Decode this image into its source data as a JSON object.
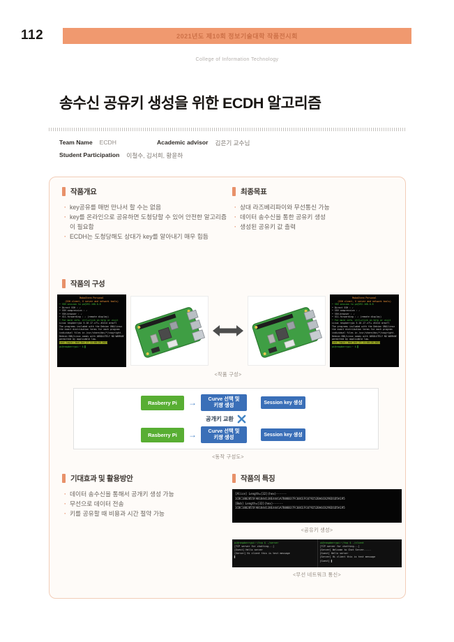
{
  "page": {
    "number": "112",
    "banner": "2021년도 제10회 정보기술대학 작품전시회",
    "college": "College of Information Technology"
  },
  "title": "송수신 공유키 생성을 위한 ECDH 알고리즘",
  "team": {
    "name_label": "Team Name",
    "name": "ECDH",
    "advisor_label": "Academic advisor",
    "advisor": "김은기 교수님",
    "participation_label": "Student Participation",
    "participation": "이철수, 김서희, 황윤하"
  },
  "sections": {
    "overview": {
      "title": "작품개요",
      "bullets": [
        "key공유를 매번 만나서 할 수는 없음",
        "key를 온라인으로 공유하면 도청당할 수 있어 안전한 알고리즘이 필요함",
        "ECDH는 도청당해도 상대가 key를 알아내기 매우 힘듬"
      ]
    },
    "goals": {
      "title": "최종목표",
      "bullets": [
        "상대 라즈베리파이와 무선통신 가능",
        "데이터 송수신을 통한 공유키 생성",
        "생성된 공유키 값 출력"
      ]
    },
    "composition": {
      "title": "작품의 구성",
      "caption": "<작품 구성>"
    },
    "expected": {
      "title": "기대효과 및 활용방안",
      "bullets": [
        "데이터 송수신을 통해서 공개키 생성 가능",
        "무선으로 데이터 전송",
        "키를 공유할 때 비용과 시간 절약 가능"
      ]
    },
    "features": {
      "title": "작품의 특징",
      "caption_key": "<공유키 생성>",
      "caption_network": "<무선 네트워크 통신>"
    }
  },
  "diagram": {
    "caption": "<동작 구성도>",
    "exchange_label": "공개키 교환",
    "arrow_glyph": "→",
    "rows": [
      {
        "device": "Rasberry Pi",
        "step": "Curve 선택 및\n키쌍 생성",
        "result": "Session key 생성"
      },
      {
        "device": "Rasberry Pi",
        "step": "Curve 선택 및\n키쌍 생성",
        "result": "Session key 생성"
      }
    ],
    "colors": {
      "device": "#58ae33",
      "step": "#3a6fb8",
      "accent": "#4a86c8"
    }
  },
  "terminals": {
    "ssh": {
      "lines": [
        {
          "t": "MobaXterm Personal",
          "c": "o"
        },
        {
          "t": "(SSH client, X server and network tools)",
          "c": "o"
        },
        {
          "t": " ",
          "c": "w"
        },
        {
          "t": "• SSH session to pi@192.168.0.8",
          "c": "g"
        },
        {
          "t": "  • Direct SSH      : ✓",
          "c": "w"
        },
        {
          "t": "  • SSH compression : ✓",
          "c": "w"
        },
        {
          "t": "  • SSH-browser     : ✓",
          "c": "w"
        },
        {
          "t": "  • X11-forwarding  : ✓ (remote display)",
          "c": "w"
        },
        {
          "t": " ",
          "c": "w"
        },
        {
          "t": "• For more info, ctrl+click on help or visit",
          "c": "g"
        },
        {
          "t": " ",
          "c": "w"
        },
        {
          "t": "Linux raspberrypi 5.10.17-v7l+ #1414 armv7l",
          "c": "w"
        },
        {
          "t": " ",
          "c": "w"
        },
        {
          "t": "The programs included with the Debian GNU/Linux",
          "c": "w"
        },
        {
          "t": "the exact distribution terms for each program",
          "c": "w"
        },
        {
          "t": "individual files in /usr/share/doc/*/copyright.",
          "c": "w"
        },
        {
          "t": " ",
          "c": "w"
        },
        {
          "t": "Debian GNU/Linux comes with ABSOLUTELY NO WARRANTY",
          "c": "w"
        },
        {
          "t": "permitted by applicable law.",
          "c": "w"
        },
        {
          "t": "Last login: Wed Oct 27 11:00:28 2021",
          "c": "y"
        },
        {
          "t": "pi@raspberrypi:~ $ ▌",
          "c": "g"
        }
      ]
    },
    "sharedkey": {
      "lines": [
        {
          "t": "[Alice] Length=[32](hex)------",
          "c": "w"
        },
        {
          "t": "1C8C1802855FA81844138E4441A7B88B37FC68CEFC079252BA6C829ED1D5A195",
          "c": "w"
        },
        {
          "t": " ",
          "c": "w"
        },
        {
          "t": "[Bob] Length=[32](hex)------",
          "c": "w"
        },
        {
          "t": "1C8C1802855FA81844138E4441A7B88B37FC68CEFC079252BA6C829ED1D5A195",
          "c": "w"
        }
      ]
    },
    "chat_left": {
      "lines": [
        {
          "t": "pi@raspberrypi:~/tcp $ ./server",
          "c": "g"
        },
        {
          "t": "[TCP server for chatting...]",
          "c": "w"
        },
        {
          "t": "[Guest] Hello server",
          "c": "w"
        },
        {
          "t": " ",
          "c": "w"
        },
        {
          "t": "[Server] Hi client this is test message",
          "c": "w"
        },
        {
          "t": "▌",
          "c": "w"
        }
      ]
    },
    "chat_right": {
      "lines": [
        {
          "t": "pi@raspberrypi:~/tcp $ ./client",
          "c": "g"
        },
        {
          "t": "[TCP server for chatting...]",
          "c": "w"
        },
        {
          "t": "[Server] Welcome to Chat Server.....",
          "c": "w"
        },
        {
          "t": "[Guest] Hello server",
          "c": "w"
        },
        {
          "t": "[Server] Hi client this is test message",
          "c": "w"
        },
        {
          "t": "[Guest] ▌",
          "c": "w"
        }
      ]
    }
  }
}
